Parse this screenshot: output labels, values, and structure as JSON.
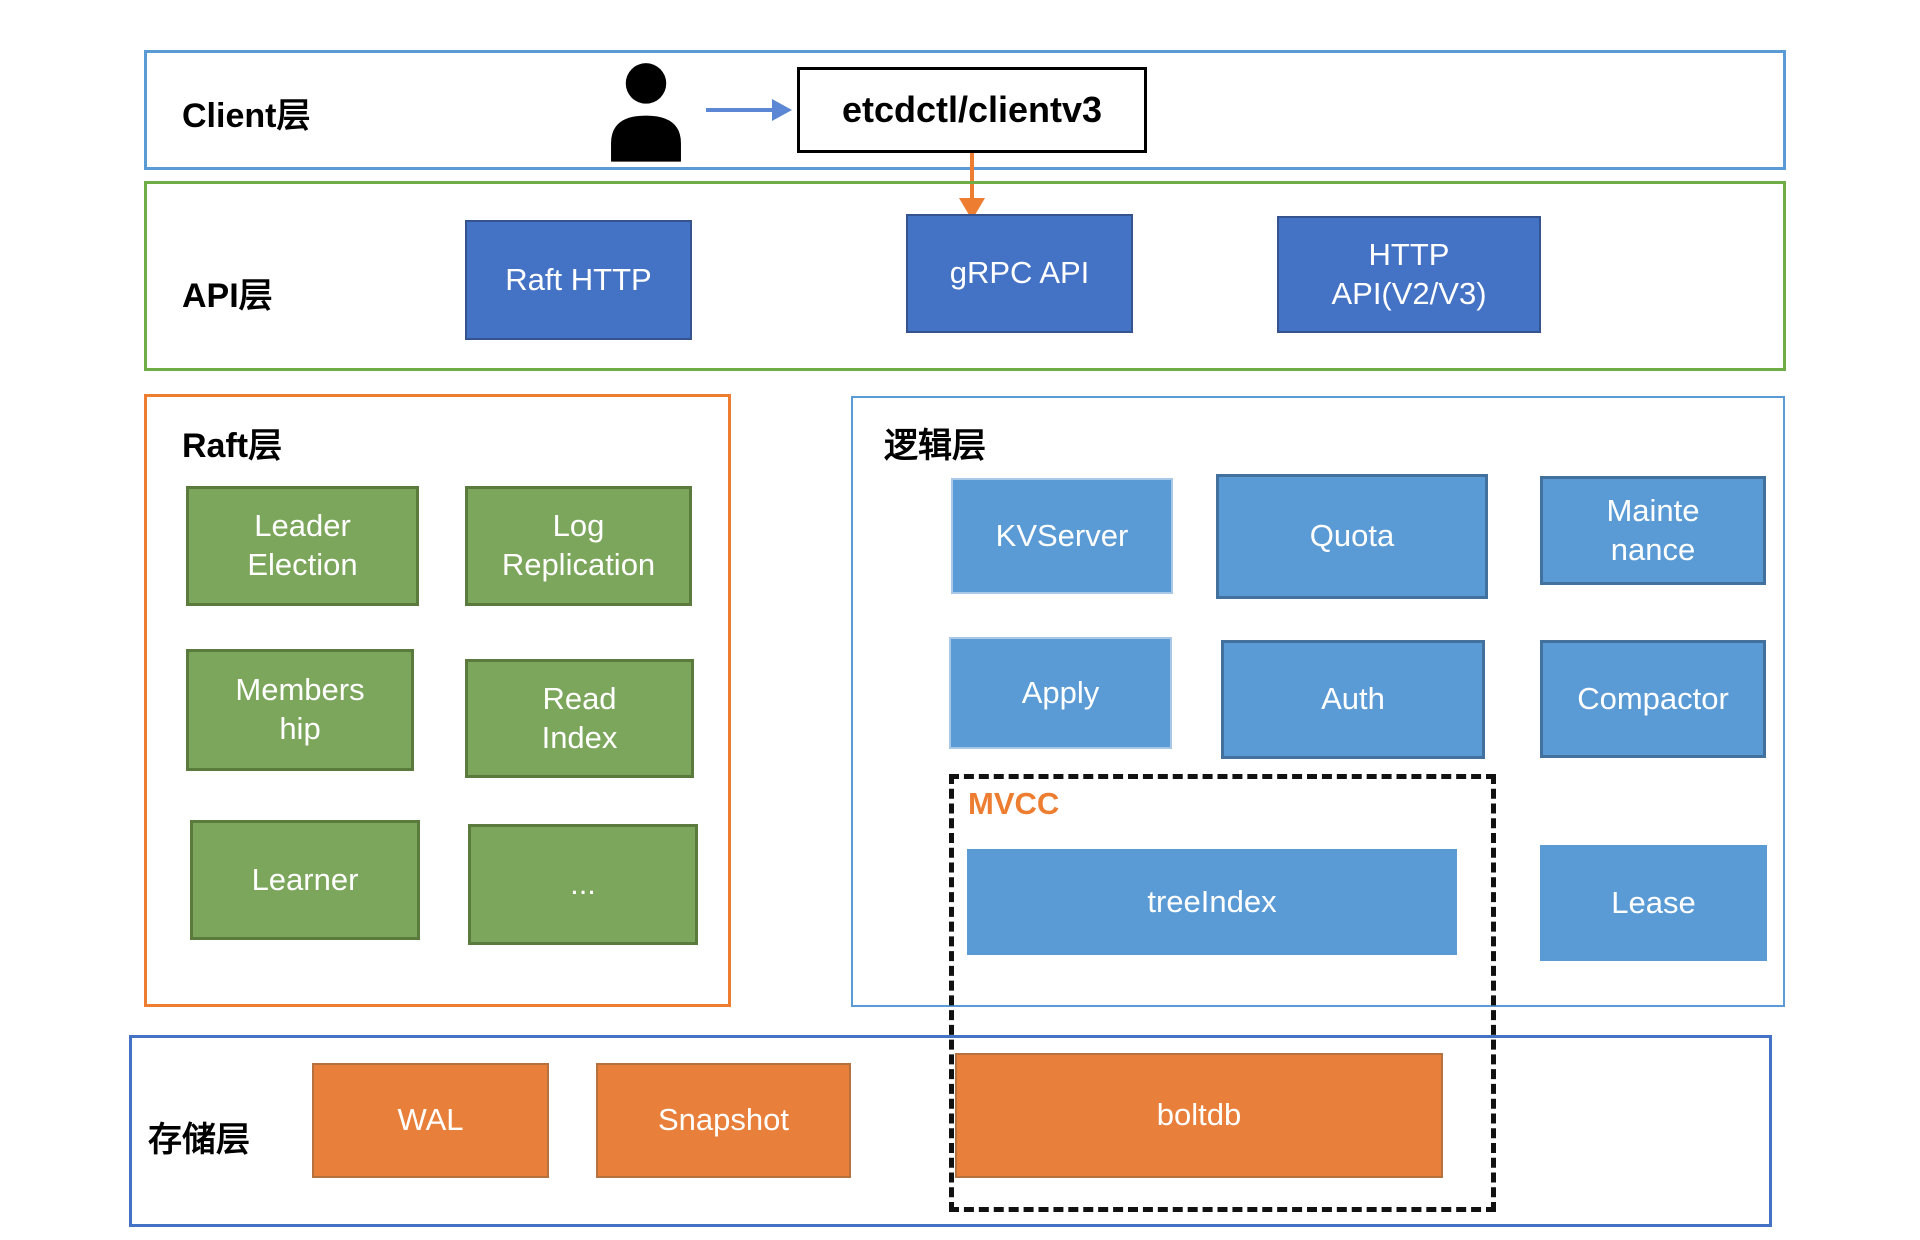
{
  "colors": {
    "client_border": "#5B9BD5",
    "api_border": "#70AD47",
    "raft_border": "#ED7D31",
    "logic_border": "#5B9BD5",
    "storage_border": "#4472C4",
    "dark_blue_box": "#4472C4",
    "light_blue_box": "#5B9BD5",
    "green_box": "#7CA65C",
    "orange_box": "#E8803B",
    "arrow_blue": "#5B87D5",
    "arrow_orange": "#ED7D31",
    "mvcc_label_color": "#ED7D31"
  },
  "client": {
    "label": "Client层",
    "etcdctl": "etcdctl/clientv3"
  },
  "api": {
    "label": "API层",
    "raft_http": "Raft HTTP",
    "grpc": "gRPC API",
    "http_api": {
      "line1": "HTTP",
      "line2": "API(V2/V3)"
    }
  },
  "raft": {
    "label": "Raft层",
    "leader_election": {
      "line1": "Leader",
      "line2": "Election"
    },
    "log_replication": {
      "line1": "Log",
      "line2": "Replication"
    },
    "membership": {
      "line1": "Members",
      "line2": "hip"
    },
    "read_index": {
      "line1": "Read",
      "line2": "Index"
    },
    "learner": "Learner",
    "more": "..."
  },
  "logic": {
    "label": "逻辑层",
    "kvserver": "KVServer",
    "quota": "Quota",
    "maintenance": {
      "line1": "Mainte",
      "line2": "nance"
    },
    "apply": "Apply",
    "auth": "Auth",
    "compactor": "Compactor",
    "mvcc": "MVCC",
    "treeindex": "treeIndex",
    "lease": "Lease"
  },
  "storage": {
    "label": "存储层",
    "wal": "WAL",
    "snapshot": "Snapshot",
    "boltdb": "boltdb"
  }
}
